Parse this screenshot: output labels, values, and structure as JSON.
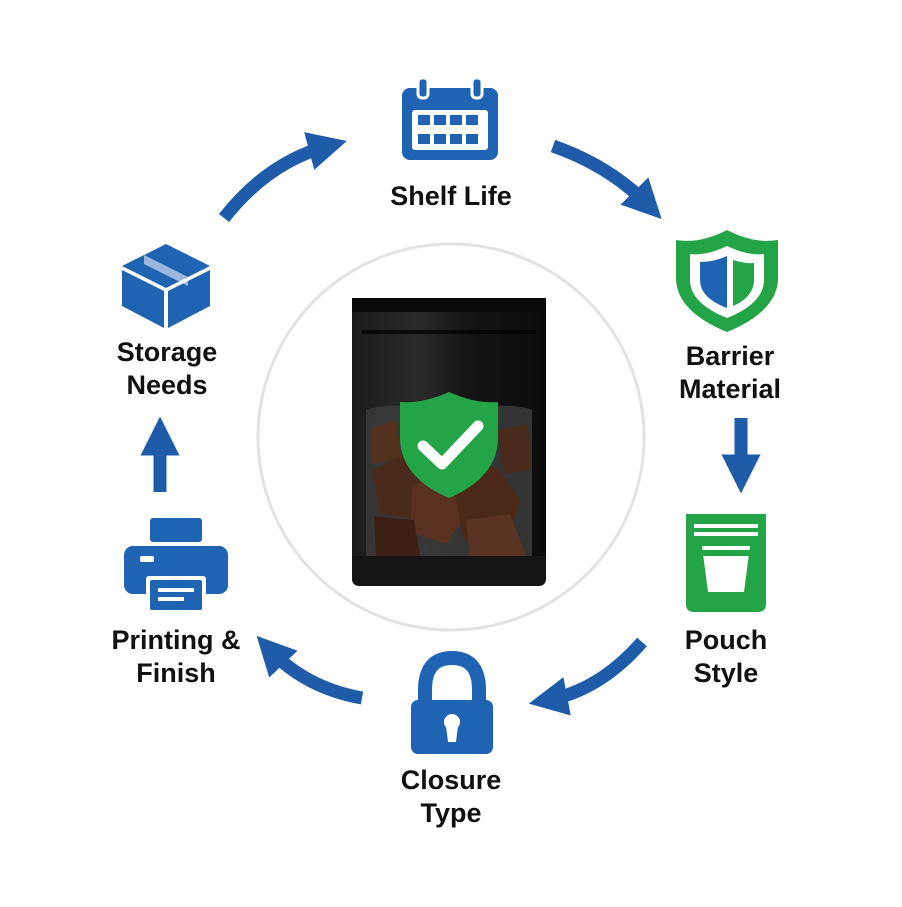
{
  "colors": {
    "primary_blue": "#1e5ba8",
    "icon_blue": "#1f63b3",
    "brand_green": "#22a447",
    "pouch_black": "#121212",
    "center_ring": "#e3e3e3",
    "label_text": "#111111"
  },
  "center": {
    "image": "black stand-up pouch with window showing jerky and green shield checkmark",
    "icon": "shield-check-icon"
  },
  "nodes": [
    {
      "id": "shelf-life",
      "icon": "calendar-icon",
      "lines": [
        "Shelf Life"
      ]
    },
    {
      "id": "barrier-material",
      "icon": "shield-icon",
      "lines": [
        "Barrier",
        "Material"
      ]
    },
    {
      "id": "pouch-style",
      "icon": "pouch-icon",
      "lines": [
        "Pouch",
        "Style"
      ]
    },
    {
      "id": "closure-type",
      "icon": "padlock-icon",
      "lines": [
        "Closure",
        "Type"
      ]
    },
    {
      "id": "printing-finish",
      "icon": "printer-icon",
      "lines": [
        "Printing &",
        "Finish"
      ]
    },
    {
      "id": "storage-needs",
      "icon": "box-icon",
      "lines": [
        "Storage",
        "Needs"
      ]
    }
  ],
  "flow": "clockwise"
}
